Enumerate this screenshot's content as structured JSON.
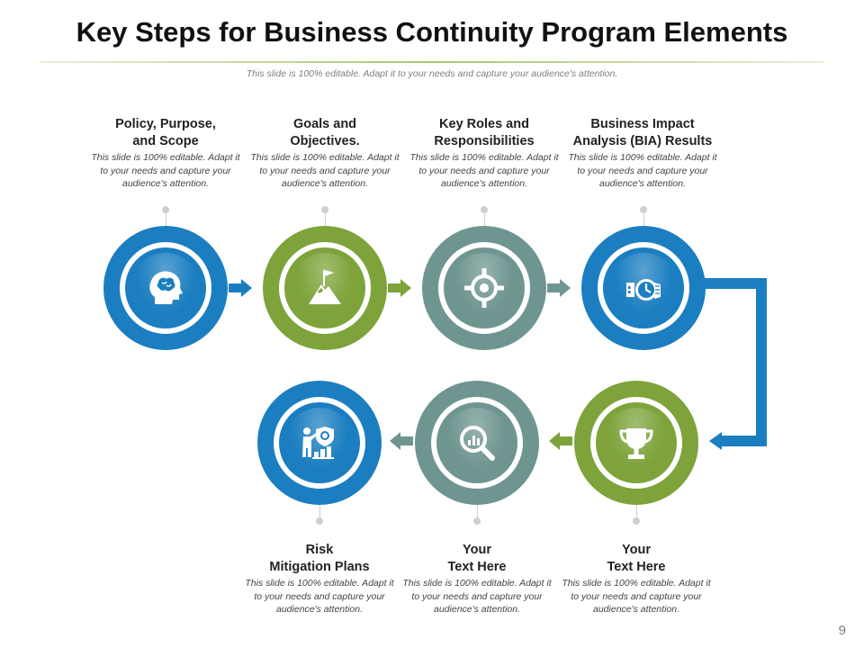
{
  "slide": {
    "title": "Key Steps for Business Continuity Program Elements",
    "subtitle": "This slide is 100% editable. Adapt it to your needs and capture your audience's attention.",
    "page_number": "9"
  },
  "colors": {
    "blue": "#1b7ec0",
    "green": "#7da33a",
    "gray": "#6f9590"
  },
  "steps": [
    {
      "heading": "Policy, Purpose,\nand Scope",
      "body": "This slide is 100% editable. Adapt it to your needs and capture your audience's attention.",
      "icon": "head-brain-icon",
      "color": "blue"
    },
    {
      "heading": "Goals and\nObjectives.",
      "body": "This slide is 100% editable. Adapt it to your needs and capture your audience's attention.",
      "icon": "mountain-flag-icon",
      "color": "green"
    },
    {
      "heading": "Key Roles and\nResponsibilities",
      "body": "This slide is 100% editable. Adapt it to your needs and capture your audience's attention.",
      "icon": "target-icon",
      "color": "gray"
    },
    {
      "heading": "Business Impact\nAnalysis (BIA) Results",
      "body": "This slide is 100% editable. Adapt it to your needs and capture your audience's attention.",
      "icon": "hand-clock-icon",
      "color": "blue"
    },
    {
      "heading": "Your\nText Here",
      "body": "This slide is 100% editable. Adapt it to your needs and capture your audience's attention.",
      "icon": "trophy-icon",
      "color": "green"
    },
    {
      "heading": "Your\nText Here",
      "body": "This slide is 100% editable. Adapt it to your needs and capture your audience's attention.",
      "icon": "magnifier-chart-icon",
      "color": "gray"
    },
    {
      "heading": "Risk\nMitigation Plans",
      "body": "This slide is 100% editable. Adapt it to your needs and capture your audience's attention.",
      "icon": "person-shield-icon",
      "color": "blue"
    }
  ]
}
